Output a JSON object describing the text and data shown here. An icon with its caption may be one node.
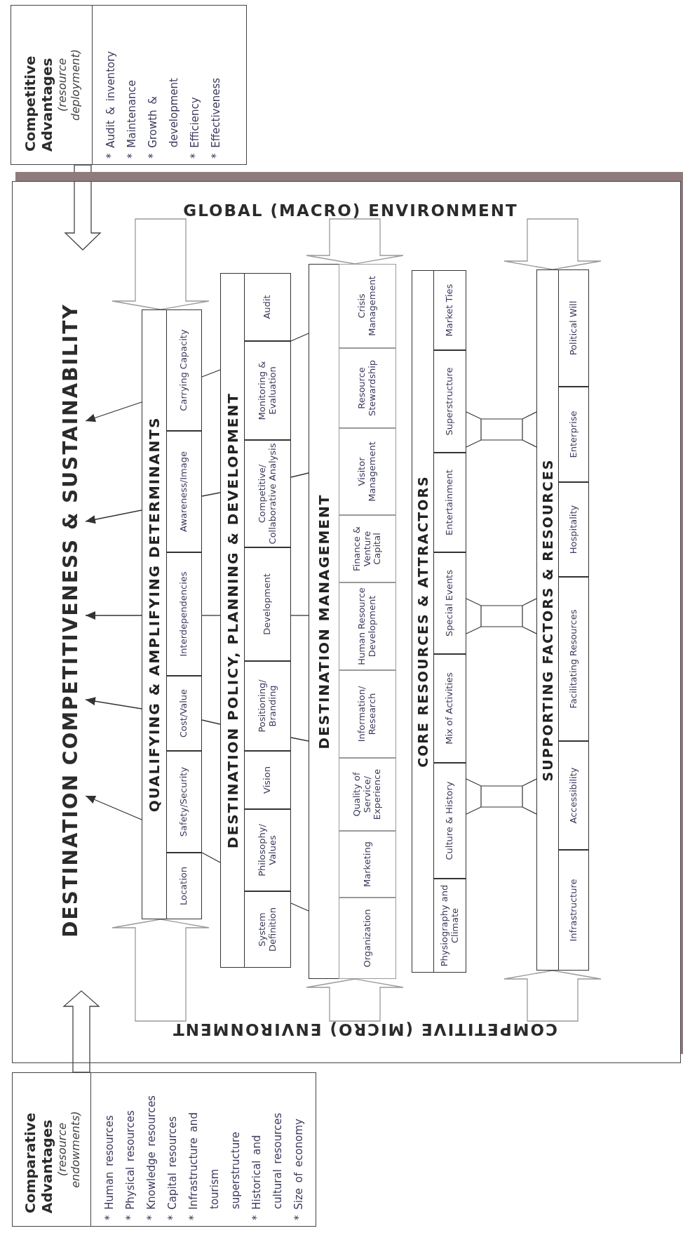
{
  "diagram": {
    "nodes": [
      {
        "text": [
          "Competitive Advantages",
          "(resource deployment)",
          "* Audit & inventory",
          "* Maintenance",
          "* Growth & development",
          "* Efficiency",
          "* Effectiveness"
        ]
      },
      {
        "text": [],
        "shape": "box"
      },
      {
        "text": [
          "GLOBAL (MACRO) ENVIRONMENT"
        ],
        "in": 1
      },
      {
        "text": [
          "DESTINATION COMPETITIVENESS & SUSTAINABILITY"
        ],
        "in": 1
      },
      {
        "text": [
          "QUALIFYING & AMPLIFYING DETERMINANTS"
        ],
        "in": 1
      },
      {
        "text": [
          "Location"
        ],
        "in": 4
      },
      {
        "text": [
          "Safety/Security"
        ],
        "in": 4
      },
      {
        "text": [
          "Cost/Value"
        ],
        "in": 4
      },
      {
        "text": [
          "Interdependencies"
        ],
        "in": 4
      },
      {
        "text": [
          "Awareness/Image"
        ],
        "in": 4
      },
      {
        "text": [
          "Carrying Capacity"
        ],
        "in": 4
      },
      {
        "text": [
          "DESTINATION POLICY, PLANNING & DEVELOPMENT"
        ],
        "in": 1
      },
      {
        "text": [
          "System Definition"
        ],
        "in": 11
      },
      {
        "text": [
          "Philosophy/ Values"
        ],
        "in": 11
      },
      {
        "text": [
          "Vision"
        ],
        "in": 11
      },
      {
        "text": [
          "Positioning/ Branding"
        ],
        "in": 11
      },
      {
        "text": [
          "Development"
        ],
        "in": 11
      },
      {
        "text": [
          "Competitive/ Collaborative Analysis"
        ],
        "in": 11
      },
      {
        "text": [
          "Monitoring & Evaluation"
        ],
        "in": 11
      },
      {
        "text": [
          "Audit"
        ],
        "in": 11
      },
      {
        "text": [
          "DESTINATION MANAGEMENT"
        ],
        "in": 1
      },
      {
        "text": [
          "Organization"
        ],
        "in": 20
      },
      {
        "text": [
          "Marketing"
        ],
        "in": 20
      },
      {
        "text": [
          "Quality of Service/ Experience"
        ],
        "in": 20
      },
      {
        "text": [
          "Information/ Research"
        ],
        "in": 20
      },
      {
        "text": [
          "Human Resource Development"
        ],
        "in": 20
      },
      {
        "text": [
          "Finance & Venture Capital"
        ],
        "in": 20
      },
      {
        "text": [
          "Visitor Management"
        ],
        "in": 20
      },
      {
        "text": [
          "Resource Stewardship"
        ],
        "in": 20
      },
      {
        "text": [
          "Crisis Management"
        ],
        "in": 20
      },
      {
        "text": [
          "CORE RESOURCES & ATTRACTORS"
        ],
        "in": 1
      },
      {
        "text": [
          "Physiography and Climate"
        ],
        "in": 30
      },
      {
        "text": [
          "Culture & History"
        ],
        "in": 30
      },
      {
        "text": [
          "Mix of Activities"
        ],
        "in": 30
      },
      {
        "text": [
          "Special Events"
        ],
        "in": 30
      },
      {
        "text": [
          "Entertainment"
        ],
        "in": 30
      },
      {
        "text": [
          "Superstructure"
        ],
        "in": 30
      },
      {
        "text": [
          "Market Ties"
        ],
        "in": 30
      },
      {
        "text": [
          "SUPPORTING FACTORS & RESOURCES"
        ],
        "in": 1
      },
      {
        "text": [
          "Infrastructure"
        ],
        "in": 38
      },
      {
        "text": [
          "Accessibility"
        ],
        "in": 38
      },
      {
        "text": [
          "Facilitating Resources"
        ],
        "in": 38
      },
      {
        "text": [
          "Hospitality"
        ],
        "in": 38
      },
      {
        "text": [
          "Enterprise"
        ],
        "in": 38
      },
      {
        "text": [
          "Political Will"
        ],
        "in": 38
      },
      {
        "text": [
          "COMPETITIVE (MICRO) ENVIRONMENT"
        ],
        "in": 1
      },
      {
        "text": [
          "Comparative Advantages",
          "(resource endowments)",
          "* Human resources",
          "* Physical resources",
          "* Knowledge resources",
          "* Capital resources",
          "* Infrastructure and tourism superstructure",
          "* Historical and cultural resources",
          "* Size of economy"
        ]
      }
    ],
    "edges": [
      {
        "from": 0,
        "to": 3,
        "arrow": "to",
        "style": "thick"
      },
      {
        "from": 46,
        "to": 3,
        "arrow": "to",
        "style": "thick"
      },
      {
        "from": 4,
        "to": 3,
        "arrow": "to"
      },
      {
        "from": 4,
        "to": 3,
        "arrow": "to"
      },
      {
        "from": 4,
        "to": 3,
        "arrow": "to"
      },
      {
        "from": 4,
        "to": 3,
        "arrow": "to"
      },
      {
        "from": 4,
        "to": 3,
        "arrow": "to"
      },
      {
        "from": 4,
        "to": 11,
        "arrow": "none"
      },
      {
        "from": 4,
        "to": 11,
        "arrow": "none"
      },
      {
        "from": 4,
        "to": 11,
        "arrow": "none"
      },
      {
        "from": 4,
        "to": 11,
        "arrow": "none"
      },
      {
        "from": 4,
        "to": 11,
        "arrow": "none"
      },
      {
        "from": 11,
        "to": 20,
        "arrow": "none"
      },
      {
        "from": 11,
        "to": 20,
        "arrow": "none"
      },
      {
        "from": 11,
        "to": 20,
        "arrow": "none"
      },
      {
        "from": 11,
        "to": 20,
        "arrow": "none"
      },
      {
        "from": 11,
        "to": 20,
        "arrow": "none"
      },
      {
        "from": 36,
        "to": 38,
        "arrow": "none"
      },
      {
        "from": 34,
        "to": 38,
        "arrow": "none"
      },
      {
        "from": 32,
        "to": 38,
        "arrow": "none"
      },
      {
        "from": 2,
        "to": 4,
        "arrow": "to",
        "style": "thick",
        "color": "#9a9a9a"
      },
      {
        "from": 2,
        "to": 20,
        "arrow": "to",
        "style": "thick",
        "color": "#9a9a9a"
      },
      {
        "from": 2,
        "to": 38,
        "arrow": "to",
        "style": "thick",
        "color": "#9a9a9a"
      },
      {
        "from": 45,
        "to": 4,
        "arrow": "to",
        "style": "thick",
        "color": "#9a9a9a"
      },
      {
        "from": 45,
        "to": 20,
        "arrow": "to",
        "style": "thick",
        "color": "#9a9a9a"
      },
      {
        "from": 45,
        "to": 38,
        "arrow": "to",
        "style": "thick",
        "color": "#9a9a9a"
      }
    ]
  }
}
